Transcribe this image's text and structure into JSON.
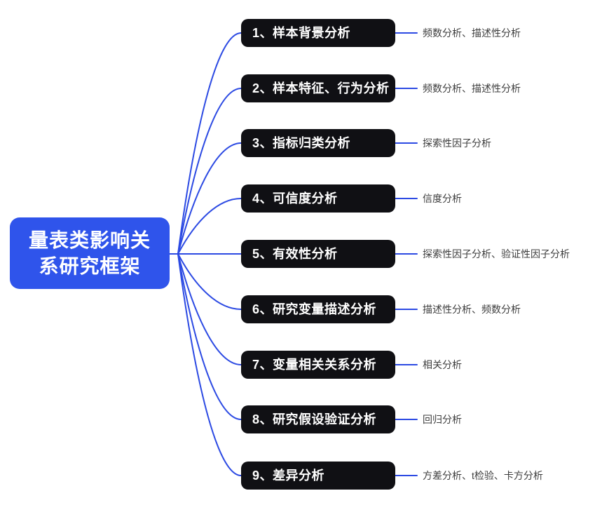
{
  "root": {
    "title": "量表类影响关系研究框架",
    "title_lines": [
      "量表类影响关",
      "系研究框架"
    ]
  },
  "branches": [
    {
      "label": "1、样本背景分析",
      "annotation": "频数分析、描述性分析"
    },
    {
      "label": "2、样本特征、行为分析",
      "annotation": "频数分析、描述性分析"
    },
    {
      "label": "3、指标归类分析",
      "annotation": "探索性因子分析"
    },
    {
      "label": "4、可信度分析",
      "annotation": "信度分析"
    },
    {
      "label": "5、有效性分析",
      "annotation": "探索性因子分析、验证性因子分析"
    },
    {
      "label": "6、研究变量描述分析",
      "annotation": "描述性分析、频数分析"
    },
    {
      "label": "7、变量相关关系分析",
      "annotation": "相关分析"
    },
    {
      "label": "8、研究假设验证分析",
      "annotation": "回归分析"
    },
    {
      "label": "9、差异分析",
      "annotation": "方差分析、t检验、卡方分析"
    }
  ],
  "colors": {
    "root_bg": "#2F54EB",
    "branch_bg": "#101014",
    "connector": "#2C4AE3",
    "node_text": "#FFFFFF",
    "annotation_text": "#3D3D3D",
    "background": "#FFFFFF"
  }
}
